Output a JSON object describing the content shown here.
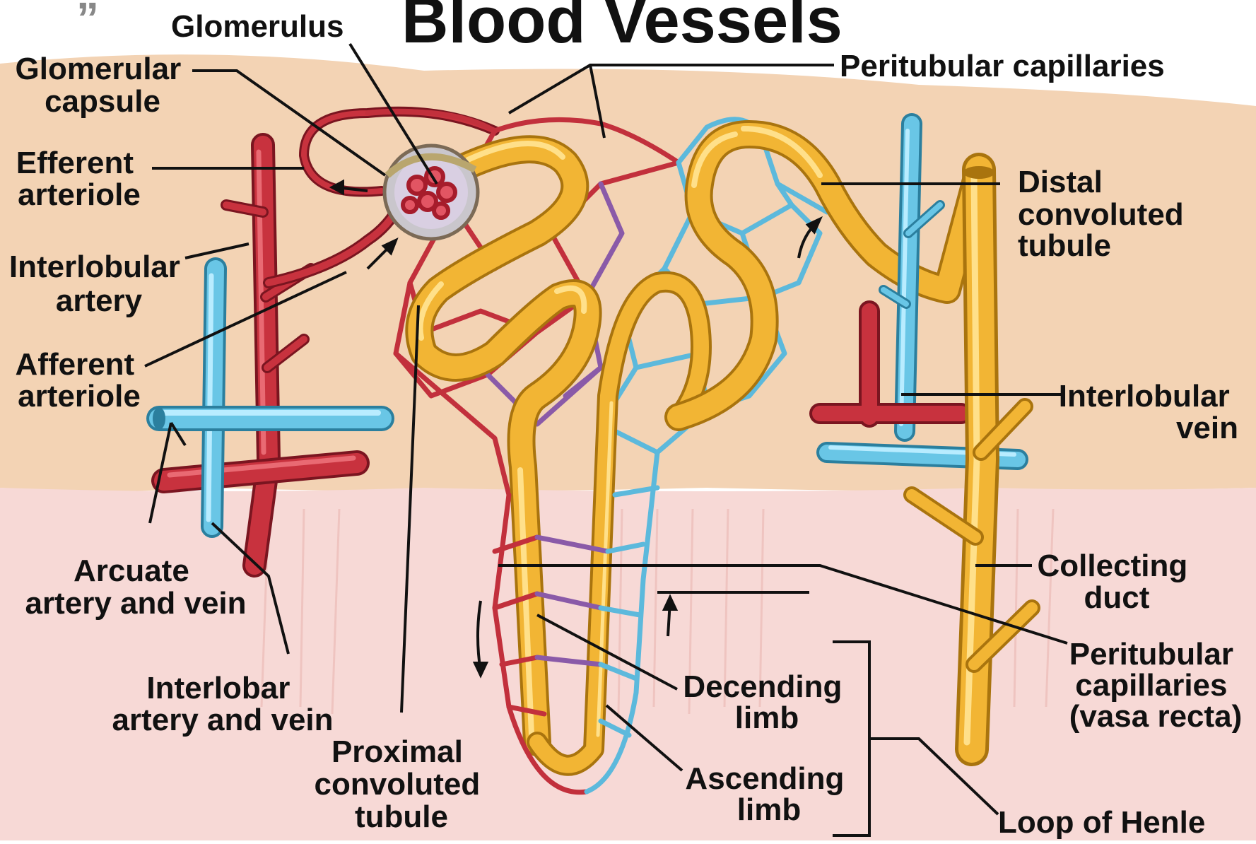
{
  "title": "Blood Vessels",
  "quote_mark": "”",
  "labels": {
    "glomerulus": "Glomerulus",
    "glomerular_capsule": [
      "Glomerular",
      "capsule"
    ],
    "efferent_arteriole": [
      "Efferent",
      "arteriole"
    ],
    "interlobular_artery": [
      "Interlobular",
      "artery"
    ],
    "afferent_arteriole": [
      "Afferent",
      "arteriole"
    ],
    "arcuate_artery_vein": [
      "Arcuate",
      "artery and vein"
    ],
    "interlobar_artery_vein": [
      "Interlobar",
      "artery and vein"
    ],
    "proximal_convoluted_tubule": [
      "Proximal",
      "convoluted",
      "tubule"
    ],
    "peritubular_capillaries_top": "Peritubular capillaries",
    "distal_convoluted_tubule": [
      "Distal",
      "convoluted",
      "tubule"
    ],
    "interlobular_vein": [
      "Interlobular",
      "vein"
    ],
    "collecting_duct": [
      "Collecting",
      "duct"
    ],
    "peritubular_capillaries_vasa_recta": [
      "Peritubular",
      "capillaries",
      "(vasa recta)"
    ],
    "decending_limb": [
      "Decending",
      "limb"
    ],
    "ascending_limb": [
      "Ascending",
      "limb"
    ],
    "loop_of_henle": "Loop of Henle"
  },
  "colors": {
    "cortex": "#f3d3b4",
    "medulla": "#f7d9d6",
    "artery": "#c8323e",
    "vein": "#69c6e6",
    "tubule": "#f2b534",
    "capillary_mix": "#8a5aa8"
  }
}
